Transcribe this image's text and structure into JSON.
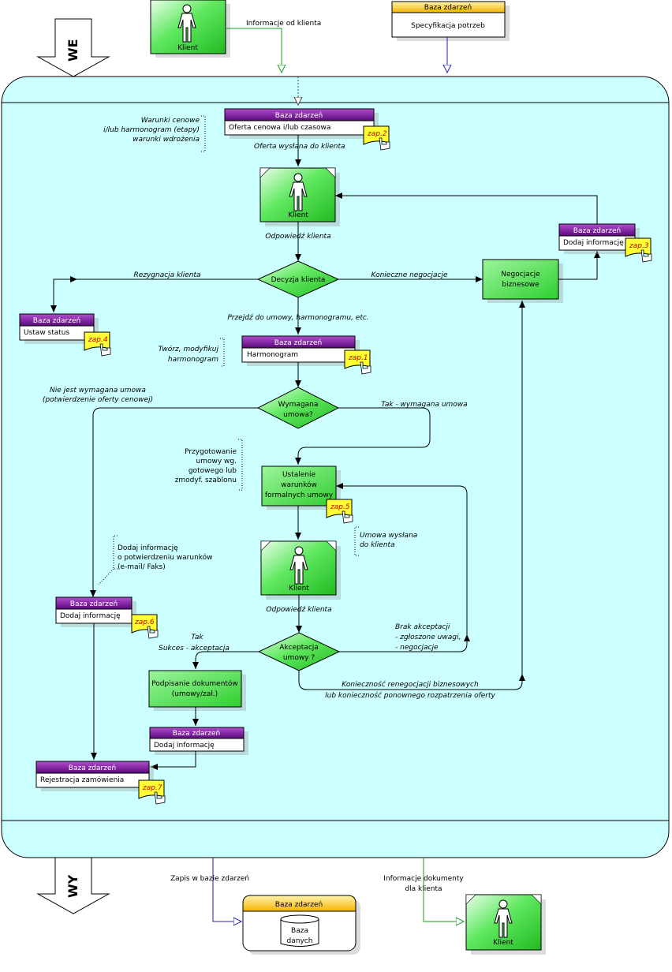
{
  "io": {
    "we": "WE",
    "wy": "WY"
  },
  "actor": {
    "label": "Klient"
  },
  "top": {
    "info_from_client": "Informacje od klienta",
    "db_header": "Baza zdarzeń",
    "needs_spec": "Specyfikacja potrzeb"
  },
  "db_header": "Baza zdarzeń",
  "events": {
    "offer": "Oferta cenowa i/lub czasowa",
    "add_info_3": "Dodaj informację",
    "set_status": "Ustaw status",
    "schedule": "Harmonogram",
    "add_info_6": "Dodaj informację",
    "add_info_sign": "Dodaj informację",
    "registration": "Rejestracja zamówienia"
  },
  "zap": {
    "z1": "zap.1",
    "z2": "zap.2",
    "z3": "zap.3",
    "z4": "zap.4",
    "z5": "zap.5",
    "z6": "zap.6",
    "z7": "zap.7"
  },
  "processes": {
    "negotiation_1": "Negocjacje",
    "negotiation_2": "biznesowe",
    "terms_1": "Ustalenie",
    "terms_2": "warunków",
    "terms_3": "formalnych umowy",
    "sign_1": "Podpisanie dokumentów",
    "sign_2": "(umowy/zał.)"
  },
  "decisions": {
    "d1": "Decyzja klienta",
    "d2_1": "Wymagana",
    "d2_2": "umowa?",
    "d3_1": "Akceptacja",
    "d3_2": "umowy ?"
  },
  "notes": {
    "price_1": "Warunki cenowe",
    "price_2": "i/lub harmonogram (etapy)",
    "price_3": "warunki wdrożenia",
    "create_1": "Twórz, modyfikuj",
    "create_2": "harmonogram",
    "prep_1": "Przygotowanie",
    "prep_2": "umowy wg.",
    "prep_3": "gotowego lub",
    "prep_4": "zmodyf. szablonu",
    "sent_1": "Umowa wysłana",
    "sent_2": "do klienta",
    "confirm_1": "Dodaj informację",
    "confirm_2": "o potwierdzeniu warunków",
    "confirm_3": "(e-mail/ Faks)"
  },
  "labels": {
    "offer_sent": "Oferta wysłana do klienta",
    "response_1": "Odpowiedź klienta",
    "resignation": "Rezygnacja klienta",
    "negotiation_needed": "Konieczne negocjacje",
    "go_to_contract": "Przejdź do umowy, harmonogramu, etc.",
    "no_contract_1": "Nie jest wymagana umowa",
    "no_contract_2": "(potwierdzenie oferty cenowej)",
    "yes_contract": "Tak - wymagana umowa",
    "response_2": "Odpowiedź klienta",
    "yes_1": "Tak",
    "yes_2": "Sukces - akceptacja",
    "no_acc_1": "Brak akceptacji",
    "no_acc_2": "- zgłoszone uwagi,",
    "no_acc_3": "- negocjacje",
    "reneg_1": "Konieczność renegocjacji biznesowych",
    "reneg_2": "lub konieczność ponownego rozpatrzenia oferty"
  },
  "bottom": {
    "save_db": "Zapis w bazie zdarzeń",
    "info_docs_1": "Informacje dokumenty",
    "info_docs_2": "dla klienta",
    "db_header": "Baza zdarzeń",
    "db_1": "Baza",
    "db_2": "danych"
  }
}
